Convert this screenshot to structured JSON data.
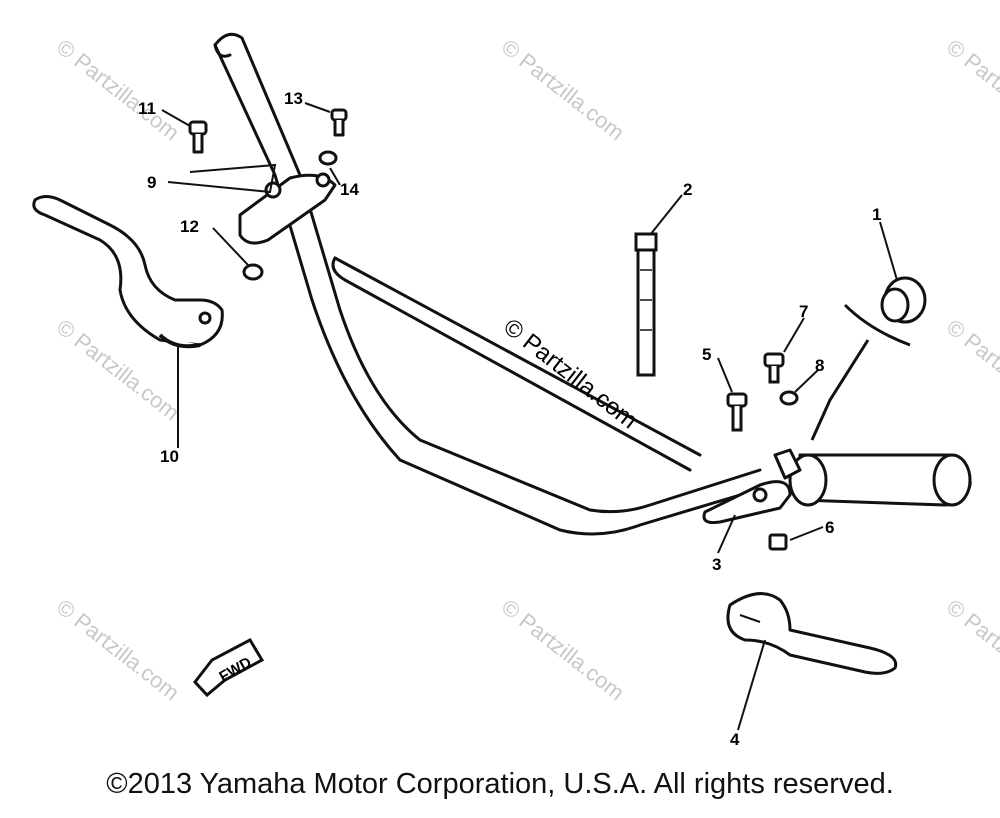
{
  "diagram": {
    "callouts": [
      "1",
      "2",
      "3",
      "4",
      "5",
      "6",
      "7",
      "8",
      "9",
      "10",
      "11",
      "12",
      "13",
      "14"
    ],
    "fwd_label": "FWD",
    "watermark": "© Partzilla.com",
    "copyright": "©2013 Yamaha Motor Corporation, U.S.A. All rights reserved."
  }
}
